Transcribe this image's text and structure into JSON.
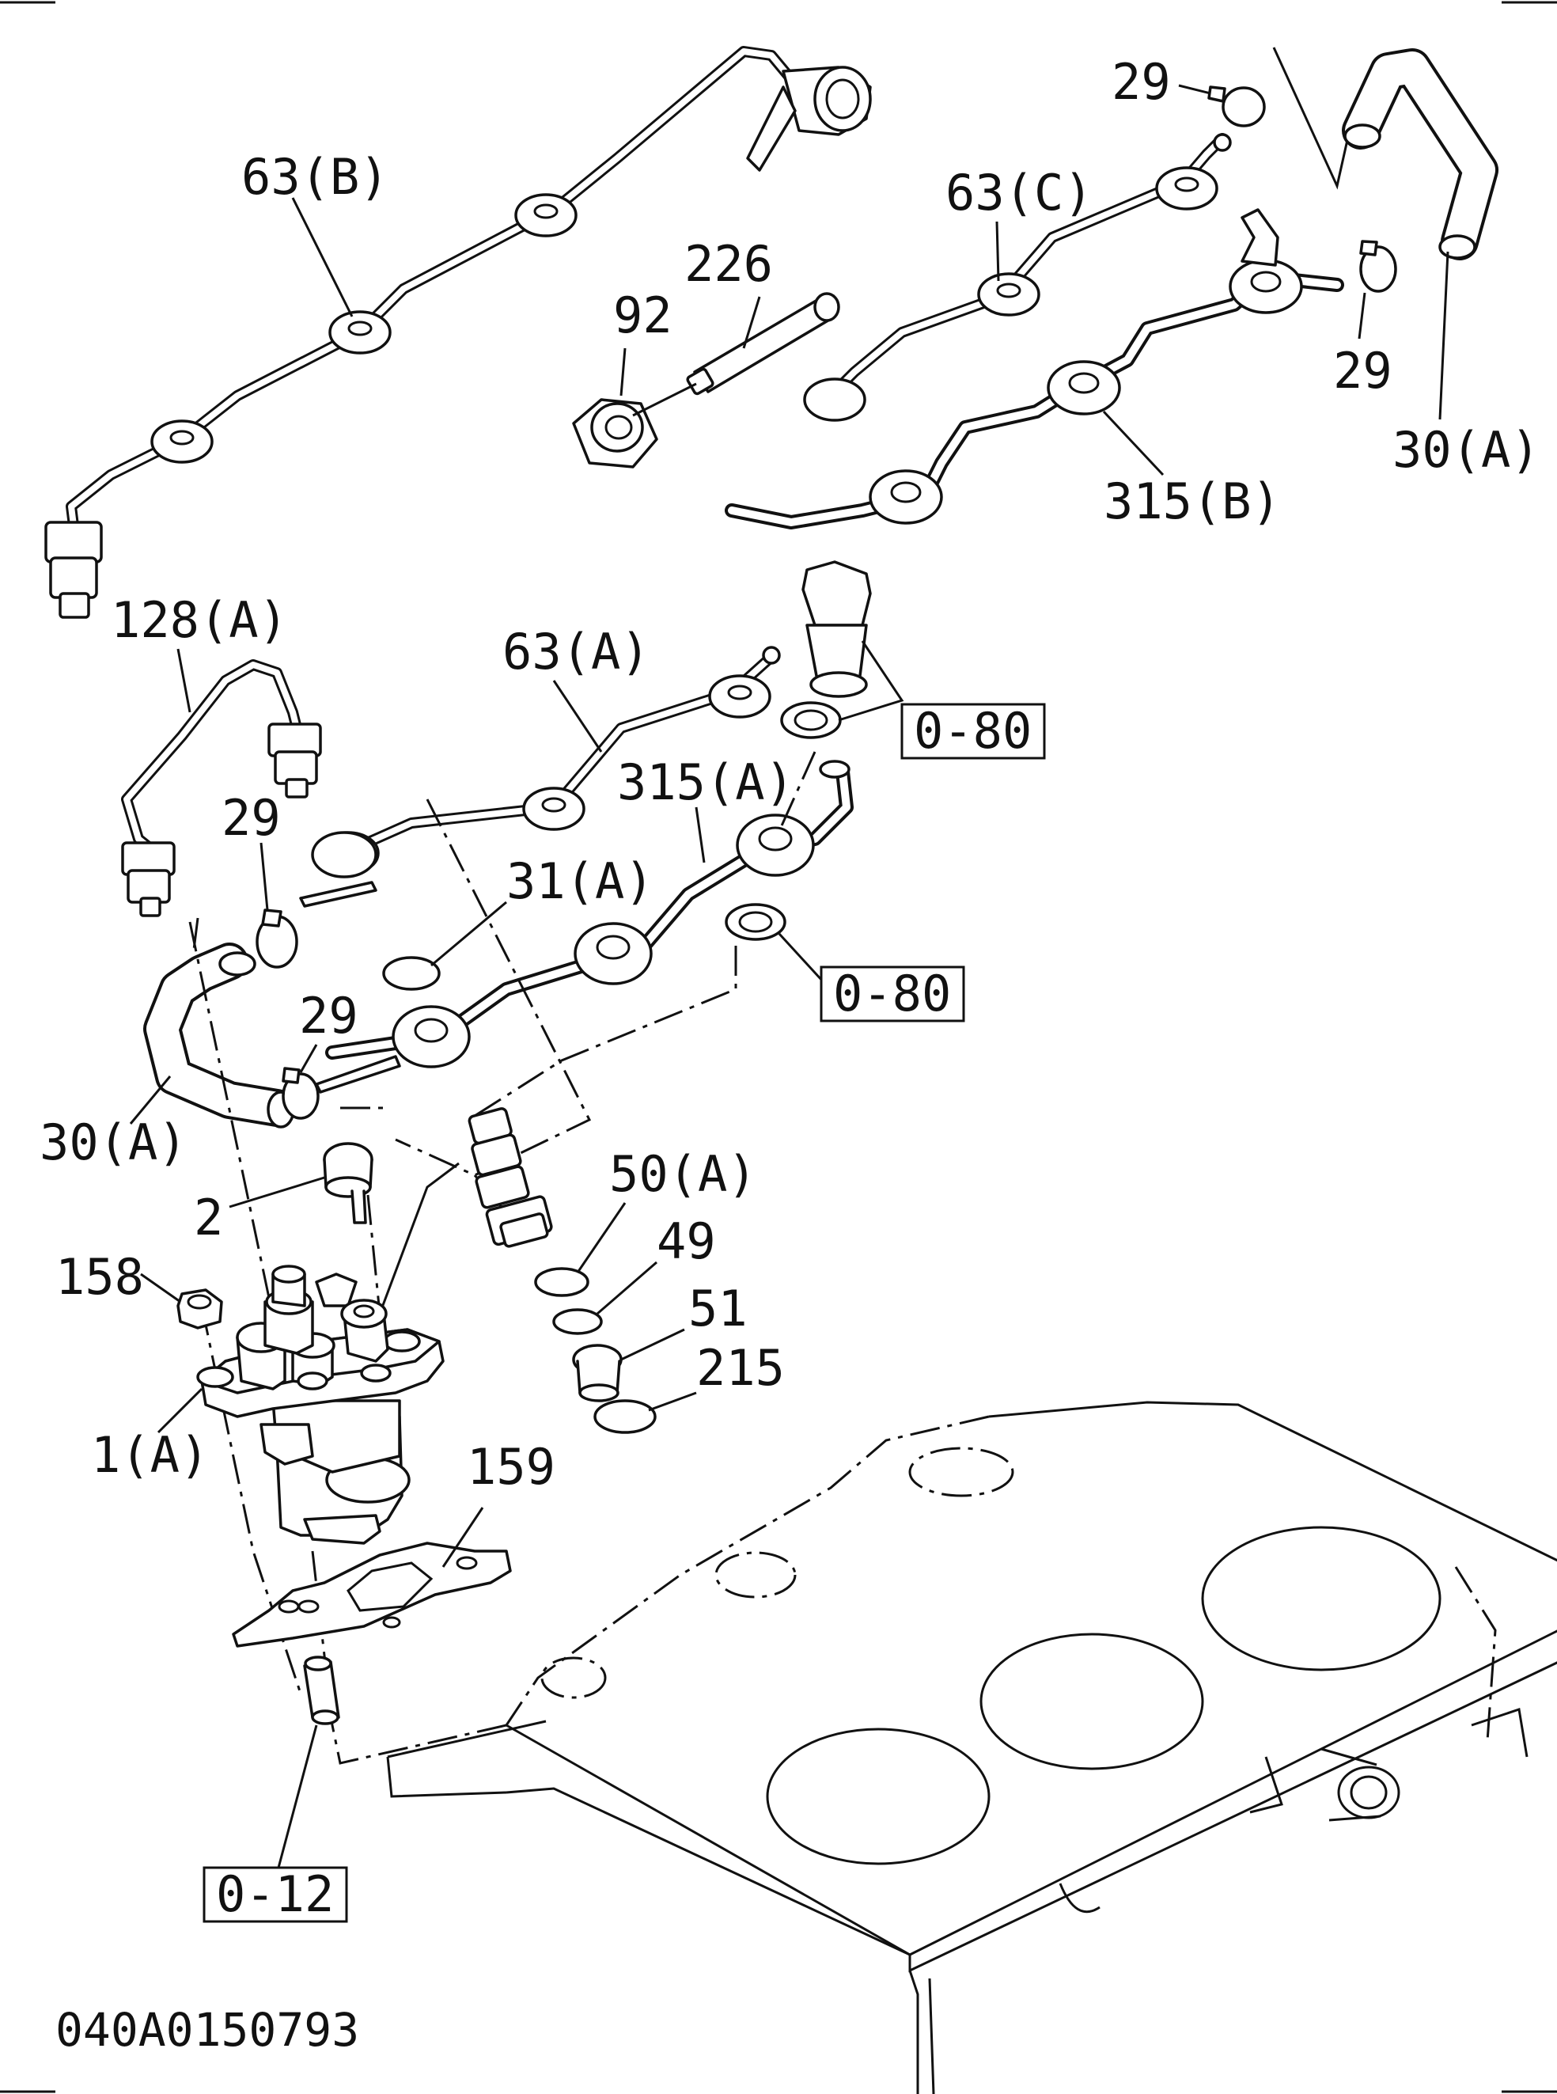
{
  "labels": {
    "l_63b": "63(B)",
    "l_29_top": "29",
    "l_63c": "63(C)",
    "l_226": "226",
    "l_92": "92",
    "l_29_right": "29",
    "l_30a_right": "30(A)",
    "l_315b": "315(B)",
    "l_128a": "128(A)",
    "l_63a": "63(A)",
    "l_0_80_top": "0-80",
    "l_315a": "315(A)",
    "l_29_mid": "29",
    "l_31a": "31(A)",
    "l_0_80_mid": "0-80",
    "l_29_low": "29",
    "l_30a_left": "30(A)",
    "l_50a": "50(A)",
    "l_2": "2",
    "l_49": "49",
    "l_158": "158",
    "l_51": "51",
    "l_215": "215",
    "l_1a": "1(A)",
    "l_159": "159",
    "l_0_12": "0-12",
    "drawing_number": "040A0150793"
  }
}
